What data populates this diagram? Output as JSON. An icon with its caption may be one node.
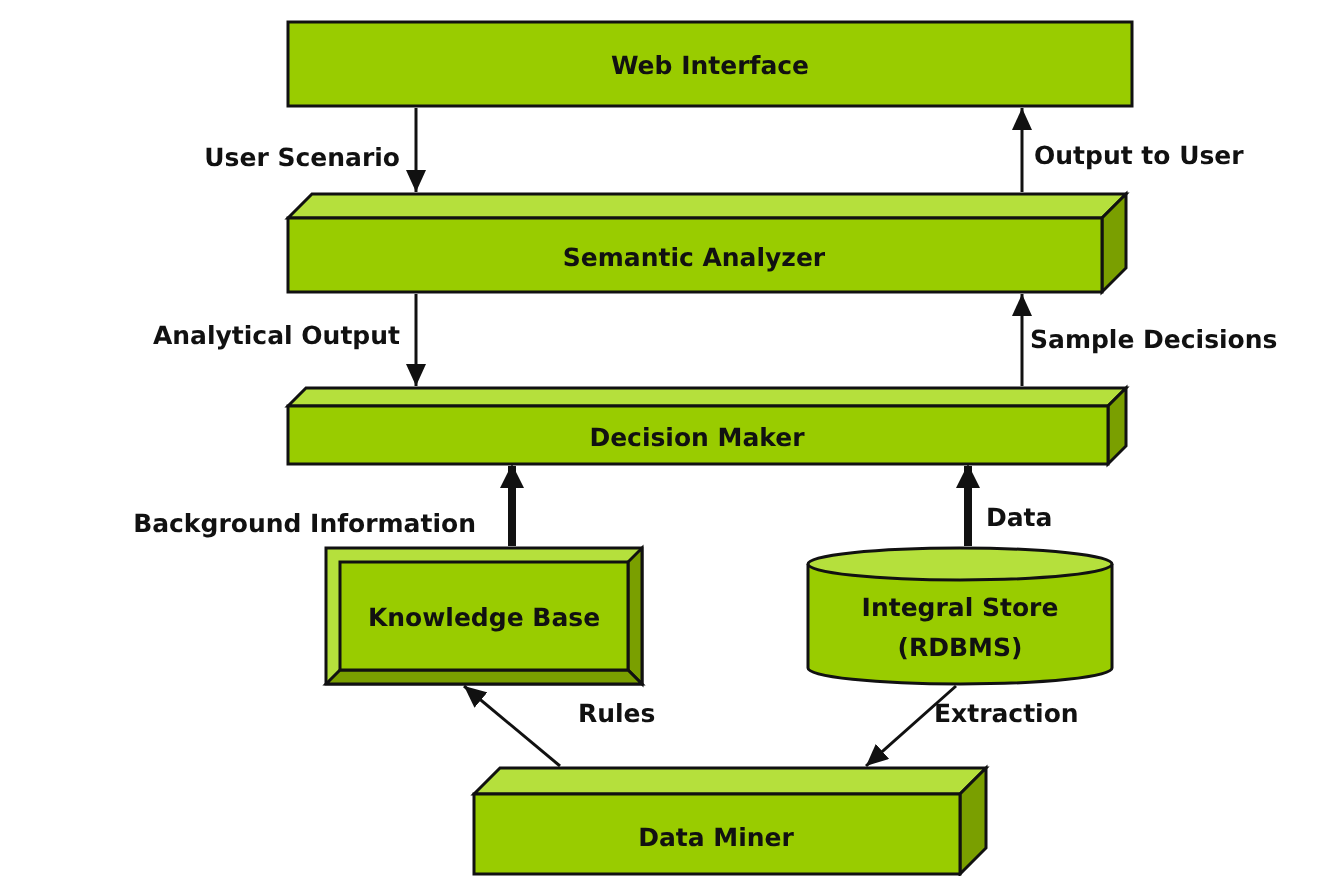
{
  "diagram": {
    "nodes": [
      {
        "text": [
          "Web Interface"
        ]
      },
      {
        "text": [
          "Semantic Analyzer"
        ]
      },
      {
        "text": [
          "Decision Maker"
        ]
      },
      {
        "text": [
          "Knowledge Base"
        ]
      },
      {
        "text": [
          "Integral Store (RDBMS)"
        ]
      },
      {
        "text": [
          "Data Miner"
        ]
      }
    ],
    "edges": [
      {
        "from": 0,
        "to": 1,
        "arrow": "to",
        "label": "User Scenario"
      },
      {
        "from": 1,
        "to": 0,
        "arrow": "to",
        "label": "Output to User"
      },
      {
        "from": 1,
        "to": 2,
        "arrow": "to",
        "label": "Analytical Output"
      },
      {
        "from": 2,
        "to": 1,
        "arrow": "to",
        "label": "Sample Decisions"
      },
      {
        "from": 3,
        "to": 2,
        "arrow": "to",
        "label": "Background Information",
        "style": "thick"
      },
      {
        "from": 4,
        "to": 2,
        "arrow": "to",
        "label": "Data",
        "style": "thick"
      },
      {
        "from": 5,
        "to": 3,
        "arrow": "to",
        "label": "Rules"
      },
      {
        "from": 4,
        "to": 5,
        "arrow": "to",
        "label": "Extraction"
      }
    ]
  }
}
